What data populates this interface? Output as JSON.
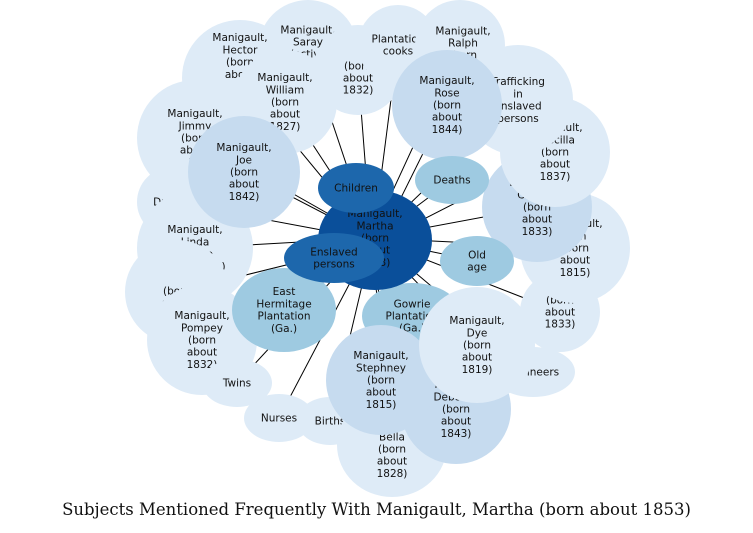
{
  "caption": "Subjects Mentioned Frequently With Manigault, Martha (born about 1853)",
  "colors": {
    "center": "#0a4f9a",
    "dark": "#1d67ac",
    "medium": "#9ecae1",
    "light": "#c6dbef",
    "pale": "#deebf7",
    "edge": "#000000"
  },
  "center": {
    "lines": [
      "Manigault,",
      "Martha",
      "(born",
      "about",
      "1853)"
    ]
  },
  "nodes": [
    {
      "id": "manigault-hector",
      "lines": [
        "Manigault,",
        "Hector",
        "(born",
        "about"
      ],
      "tone": "pale"
    },
    {
      "id": "manigault-saray",
      "lines": [
        "Manigault,",
        "Saray",
        "(active"
      ],
      "tone": "pale"
    },
    {
      "id": "born-about-1832",
      "lines": [
        "(born",
        "about",
        "1832)"
      ],
      "tone": "pale"
    },
    {
      "id": "plantation-cooks",
      "lines": [
        "Plantation",
        "cooks"
      ],
      "tone": "pale"
    },
    {
      "id": "manigault-ralph",
      "lines": [
        "Manigault,",
        "Ralph",
        "(born"
      ],
      "tone": "pale"
    },
    {
      "id": "manigault-jimmy",
      "lines": [
        "Manigault,",
        "Jimmy",
        "(born",
        "about",
        "18"
      ],
      "tone": "pale"
    },
    {
      "id": "manigault-william",
      "lines": [
        "Manigault,",
        "William",
        "(born",
        "about",
        "1827)"
      ],
      "tone": "pale"
    },
    {
      "id": "manigault-rose",
      "lines": [
        "Manigault,",
        "Rose",
        "(born",
        "about",
        "1844)"
      ],
      "tone": "light"
    },
    {
      "id": "trafficking",
      "lines": [
        "Trafficking",
        "in",
        "enslaved",
        "persons"
      ],
      "tone": "pale"
    },
    {
      "id": "manigault-priscilla",
      "lines": [
        "Manigault,",
        "Priscilla",
        "(born",
        "about",
        "1837)"
      ],
      "tone": "pale"
    },
    {
      "id": "manigault-joe",
      "lines": [
        "Manigault,",
        "Joe",
        "(born",
        "about",
        "1842)"
      ],
      "tone": "light"
    },
    {
      "id": "drivers",
      "lines": [
        "Drivers"
      ],
      "tone": "pale"
    },
    {
      "id": "children",
      "lines": [
        "Children"
      ],
      "tone": "dark"
    },
    {
      "id": "deaths",
      "lines": [
        "Deaths"
      ],
      "tone": "medium"
    },
    {
      "id": "manigault-1833-right",
      "lines": [
        "Manigault,",
        "Charles",
        "(born",
        "about",
        "1833)"
      ],
      "tone": "light"
    },
    {
      "id": "manigault-1815-right",
      "lines": [
        "Manigault,",
        "John",
        "(born",
        "about",
        "1815)"
      ],
      "tone": "pale"
    },
    {
      "id": "manigault-linda",
      "lines": [
        "Manigault,",
        "Linda",
        "(active",
        "1833-1861)"
      ],
      "tone": "pale"
    },
    {
      "id": "enslaved-persons",
      "lines": [
        "Enslaved",
        "persons"
      ],
      "tone": "dark"
    },
    {
      "id": "old-age",
      "lines": [
        "Old",
        "age"
      ],
      "tone": "medium"
    },
    {
      "id": "born-left",
      "lines": [
        "(born",
        "about"
      ],
      "tone": "pale"
    },
    {
      "id": "east-hermitage",
      "lines": [
        "East",
        "Hermitage",
        "Plantation",
        "(Ga.)"
      ],
      "tone": "medium"
    },
    {
      "id": "gowrie",
      "lines": [
        "Gowrie",
        "Plantation",
        "(Ga.)"
      ],
      "tone": "medium"
    },
    {
      "id": "born-1833-right-lower",
      "lines": [
        "(born",
        "about",
        "1833)"
      ],
      "tone": "pale"
    },
    {
      "id": "manigault-pompey",
      "lines": [
        "Manigault,",
        "Pompey",
        "(born",
        "about",
        "1832)"
      ],
      "tone": "pale"
    },
    {
      "id": "manigault-dye",
      "lines": [
        "Manigault,",
        "Dye",
        "(born",
        "about",
        "1819)"
      ],
      "tone": "pale"
    },
    {
      "id": "engineers",
      "lines": [
        "Engineers"
      ],
      "tone": "pale"
    },
    {
      "id": "twins",
      "lines": [
        "Twins"
      ],
      "tone": "pale"
    },
    {
      "id": "manigault-stephney",
      "lines": [
        "Manigault,",
        "Stephney",
        "(born",
        "about",
        "1815)"
      ],
      "tone": "light"
    },
    {
      "id": "manigault-deborah",
      "lines": [
        "Manigault,",
        "Deborah",
        "(born",
        "about",
        "1843)"
      ],
      "tone": "light"
    },
    {
      "id": "nurses",
      "lines": [
        "Nurses"
      ],
      "tone": "pale"
    },
    {
      "id": "births",
      "lines": [
        "Births"
      ],
      "tone": "pale"
    },
    {
      "id": "manigault-bella",
      "lines": [
        "Manigault,",
        "Bella",
        "(born",
        "about",
        "1828)"
      ],
      "tone": "pale"
    }
  ]
}
